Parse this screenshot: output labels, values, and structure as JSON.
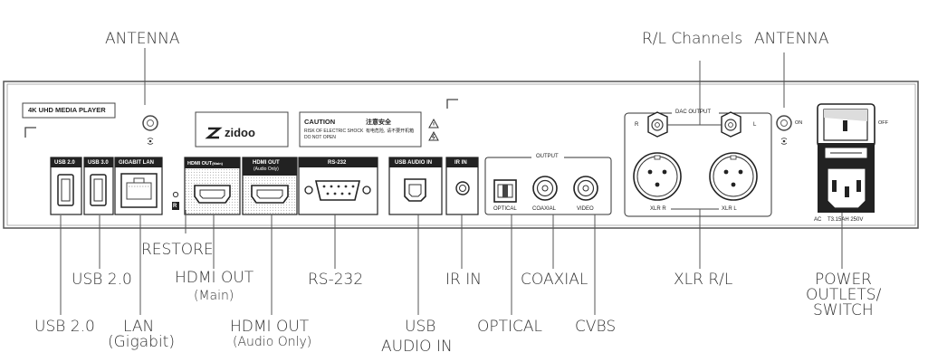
{
  "callouts": {
    "antenna_left": "ANTENNA",
    "rl_channels": "R/L Channels",
    "antenna_right": "ANTENNA",
    "restore": "RESTORE",
    "usb20_upper": "USB 2.0",
    "hdmi_out_main_l1": "HDMI OUT",
    "hdmi_out_main_l2": "(Main)",
    "rs232": "RS-232",
    "ir_in": "IR IN",
    "coaxial": "COAXIAL",
    "xlr_rl": "XLR R/L",
    "power_l1": "POWER",
    "power_l2": "OUTLETS/",
    "power_l3": "SWITCH",
    "usb20_lower": "USB 2.0",
    "lan_l1": "LAN",
    "lan_l2": "(Gigabit)",
    "hdmi_out_audio_l1": "HDMI OUT",
    "hdmi_out_audio_l2": "(Audio Only)",
    "usb_audio_in_l1": "USB",
    "usb_audio_in_l2": "AUDIO IN",
    "optical": "OPTICAL",
    "cvbs": "CVBS"
  },
  "panel": {
    "model_label": "4K UHD MEDIA PLAYER",
    "brand": "zidoo",
    "caution_title": "CAUTION",
    "caution_line1": "RISK OF ELECTRIC SHOCK",
    "caution_line2": "DO NOT OPEN",
    "caution_cn_title": "注意安全",
    "caution_cn_line": "有电危险, 请不要开机箱",
    "usb20_label": "USB 2.0",
    "usb30_label": "USB 3.0",
    "lan_label": "GIGABIT LAN",
    "restore_mark": "R",
    "hdmi_main_label": "HDMI OUT",
    "hdmi_main_sub": "(Main)",
    "hdmi_audio_label": "HDMI OUT",
    "hdmi_audio_sub": "(Audio Only)",
    "rs232_label": "RS-232",
    "usb_audio_label": "USB AUDIO IN",
    "ir_label": "IR IN",
    "output_group_label": "OUTPUT",
    "optical_label": "OPTICAL",
    "coaxial_label": "COAXIAL",
    "video_label": "VIDEO",
    "dac_output_label": "DAC OUTPUT",
    "dac_r": "R",
    "dac_l": "L",
    "xlr_r": "XLR R",
    "xlr_l": "XLR L",
    "on_label": "ON",
    "off_label": "OFF",
    "ac_label": "AC",
    "fuse_label": "T3.15AH 250V"
  }
}
